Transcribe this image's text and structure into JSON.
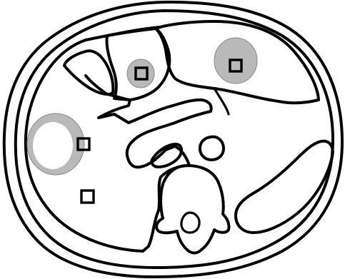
{
  "diagram": {
    "type": "schematic axial section",
    "colors": {
      "background": "#ffffff",
      "outline": "#000000",
      "lesion_fill": "#b9b9b9",
      "lesion_core": "#ffffff",
      "roi_marker_stroke": "#000000",
      "roi_marker_fill": "#ffffff"
    },
    "lesion_count": 3,
    "roi_marker_count": 4
  }
}
